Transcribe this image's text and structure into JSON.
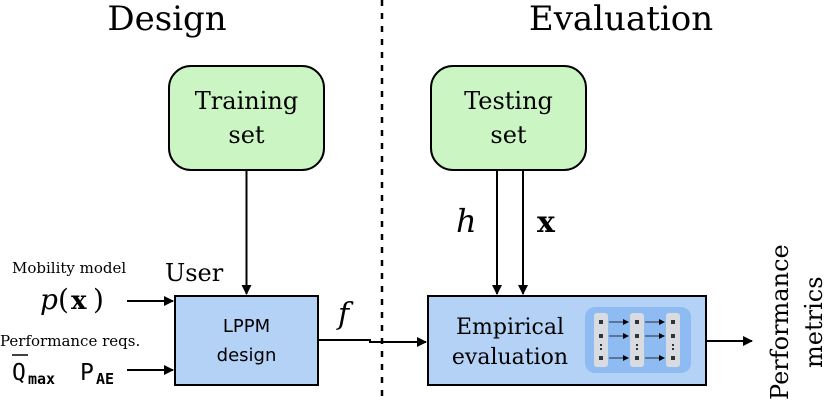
{
  "headers": {
    "design": "Design",
    "evaluation": "Evaluation"
  },
  "training": {
    "line1": "Training",
    "line2": "set"
  },
  "testing": {
    "line1": "Testing",
    "line2": "set"
  },
  "lppm": {
    "line1": "LPPM",
    "line2": "design"
  },
  "empirical": {
    "line1": "Empirical",
    "line2": "evaluation"
  },
  "labels": {
    "user": "User",
    "f": "f",
    "h": "h",
    "x": "x",
    "mobility_model": "Mobility model",
    "performance_reqs": "Performance reqs.",
    "p": "p",
    "paren_open": "(",
    "paren_close": ")",
    "q": "Q",
    "q_sub": "max",
    "p_ae": "P",
    "p_ae_sub": "AE",
    "metrics_line1": "Performance",
    "metrics_line2": "metrics"
  },
  "colors": {
    "green_fill": "#ccf5c4",
    "blue_fill": "#b4d2f6",
    "inner_blue": "#8ebcf2",
    "stroke": "#000000"
  }
}
